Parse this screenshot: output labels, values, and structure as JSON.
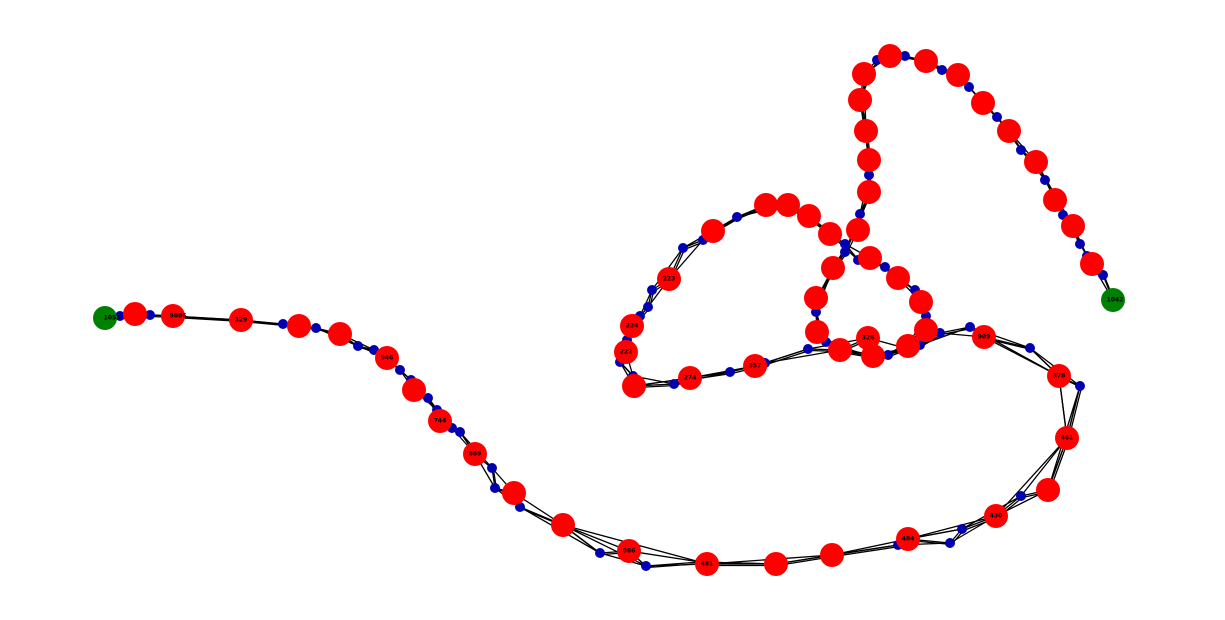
{
  "graph": {
    "colors": {
      "big_node": "#ff0000",
      "small_node": "#0000b0",
      "endpoint": "#008000",
      "edge": "#000000"
    },
    "labels": {
      "left_start": "1053",
      "left_a": "9886",
      "left_b": "329",
      "n946": "946",
      "n744": "744",
      "n889": "889",
      "n066": "066",
      "n481": "481",
      "n484": "484",
      "n430": "430",
      "n461": "461",
      "n378": "378",
      "n909": "909",
      "n326": "326",
      "n274": "274",
      "n357": "357",
      "n222": "222",
      "n224": "224",
      "n223": "223",
      "right_end": "1042"
    }
  }
}
